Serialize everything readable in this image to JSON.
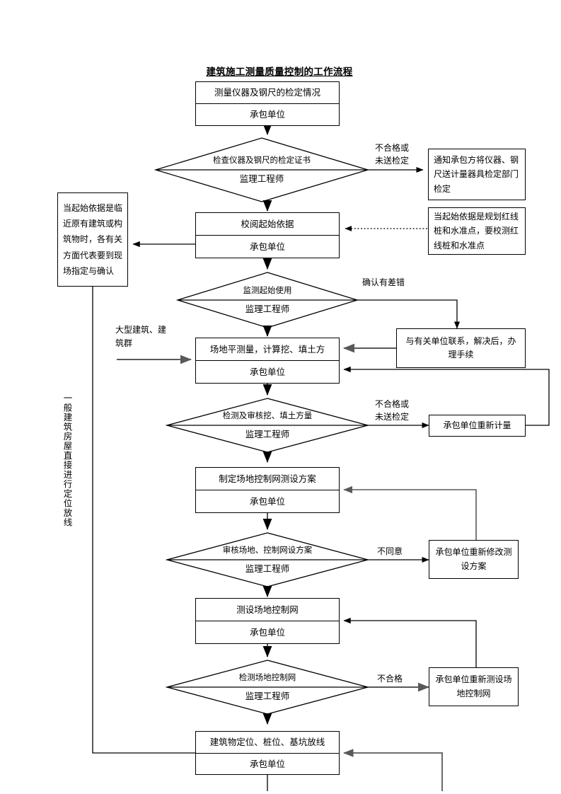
{
  "title": "建筑施工测量质量控制的工作流程",
  "nodes": {
    "p1": {
      "main": "测量仪器及钢尺的检定情况",
      "role": "承包单位"
    },
    "d1": {
      "main": "检查仪器及钢尺的检定证书",
      "role": "监理工程师"
    },
    "p2": {
      "main": "校阅起始依据",
      "role": "承包单位"
    },
    "d2": {
      "main": "监测起始使用",
      "role": "监理工程师"
    },
    "p3": {
      "main": "场地平测量，计算挖、填土方",
      "role": "承包单位"
    },
    "d3": {
      "main": "检测及审核挖、填土方量",
      "role": "监理工程师"
    },
    "p4": {
      "main": "制定场地控制网测设方案",
      "role": "承包单位"
    },
    "d4": {
      "main": "审核场地、控制网设方案",
      "role": "监理工程师"
    },
    "p5": {
      "main": "测设场地控制网",
      "role": "承包单位"
    },
    "d5": {
      "main": "检测场地控制网",
      "role": "监理工程师"
    },
    "p6": {
      "main": "建筑物定位、桩位、基坑放线",
      "role": "承包单位"
    }
  },
  "side_boxes": {
    "n_left": "当起始依据是临近原有建筑或构筑物时，各有关方面代表要到现场指定与确认",
    "n_notify": "通知承包方将仪器、钢尺送计量器具检定部门检定",
    "n_redline": "当起始依据是规划红线桩和水准点，要校测红线桩和水准点",
    "n_contact": "与有关单位联系，解决后，办理手续",
    "n_remeasure": "承包单位重新计量",
    "n_revise": "承包单位重新修改测设方案",
    "n_resurvey": "承包单位重新测设场地控制网"
  },
  "edge_labels": {
    "fail_or_unsent_1": "不合格或\n未送检定",
    "confirmed_error": "确认有差错",
    "fail_or_unsent_2": "不合格或\n未送检定",
    "disagree": "不同意",
    "unqualified": "不合格",
    "large_building": "大型建筑、建\n筑群",
    "general_building": "一般建筑房屋直接进行定位放线"
  },
  "colors": {
    "line": "#000000",
    "arrow_gray": "#595959",
    "background": "#ffffff",
    "text": "#000000"
  }
}
